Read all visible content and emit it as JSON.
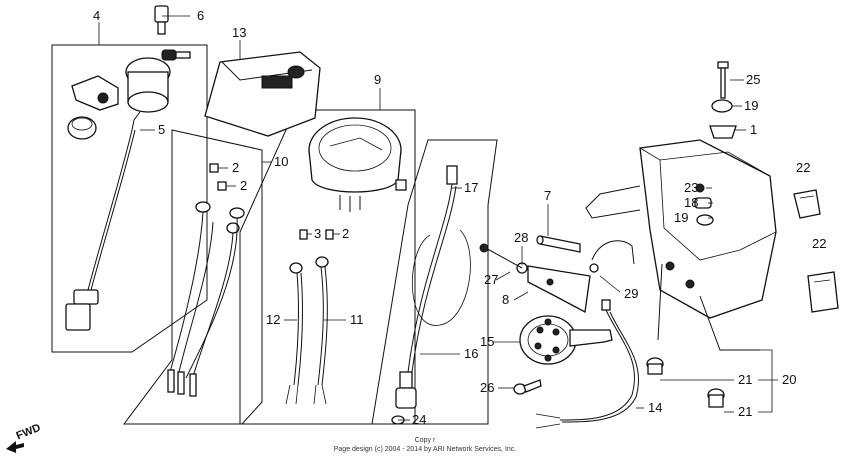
{
  "diagram": {
    "callouts": [
      "4",
      "6",
      "13",
      "9",
      "5",
      "10",
      "2",
      "2",
      "3",
      "2",
      "12",
      "11",
      "17",
      "16",
      "24",
      "7",
      "28",
      "27",
      "8",
      "29",
      "15",
      "26",
      "14",
      "25",
      "19",
      "1",
      "22",
      "23",
      "18",
      "19",
      "22",
      "21",
      "20",
      "21"
    ]
  },
  "footer": {
    "line1": "Copy r",
    "line2": "Page design (c) 2004 - 2014 by ARI Network Services, Inc."
  },
  "fwd_label": "FWD"
}
